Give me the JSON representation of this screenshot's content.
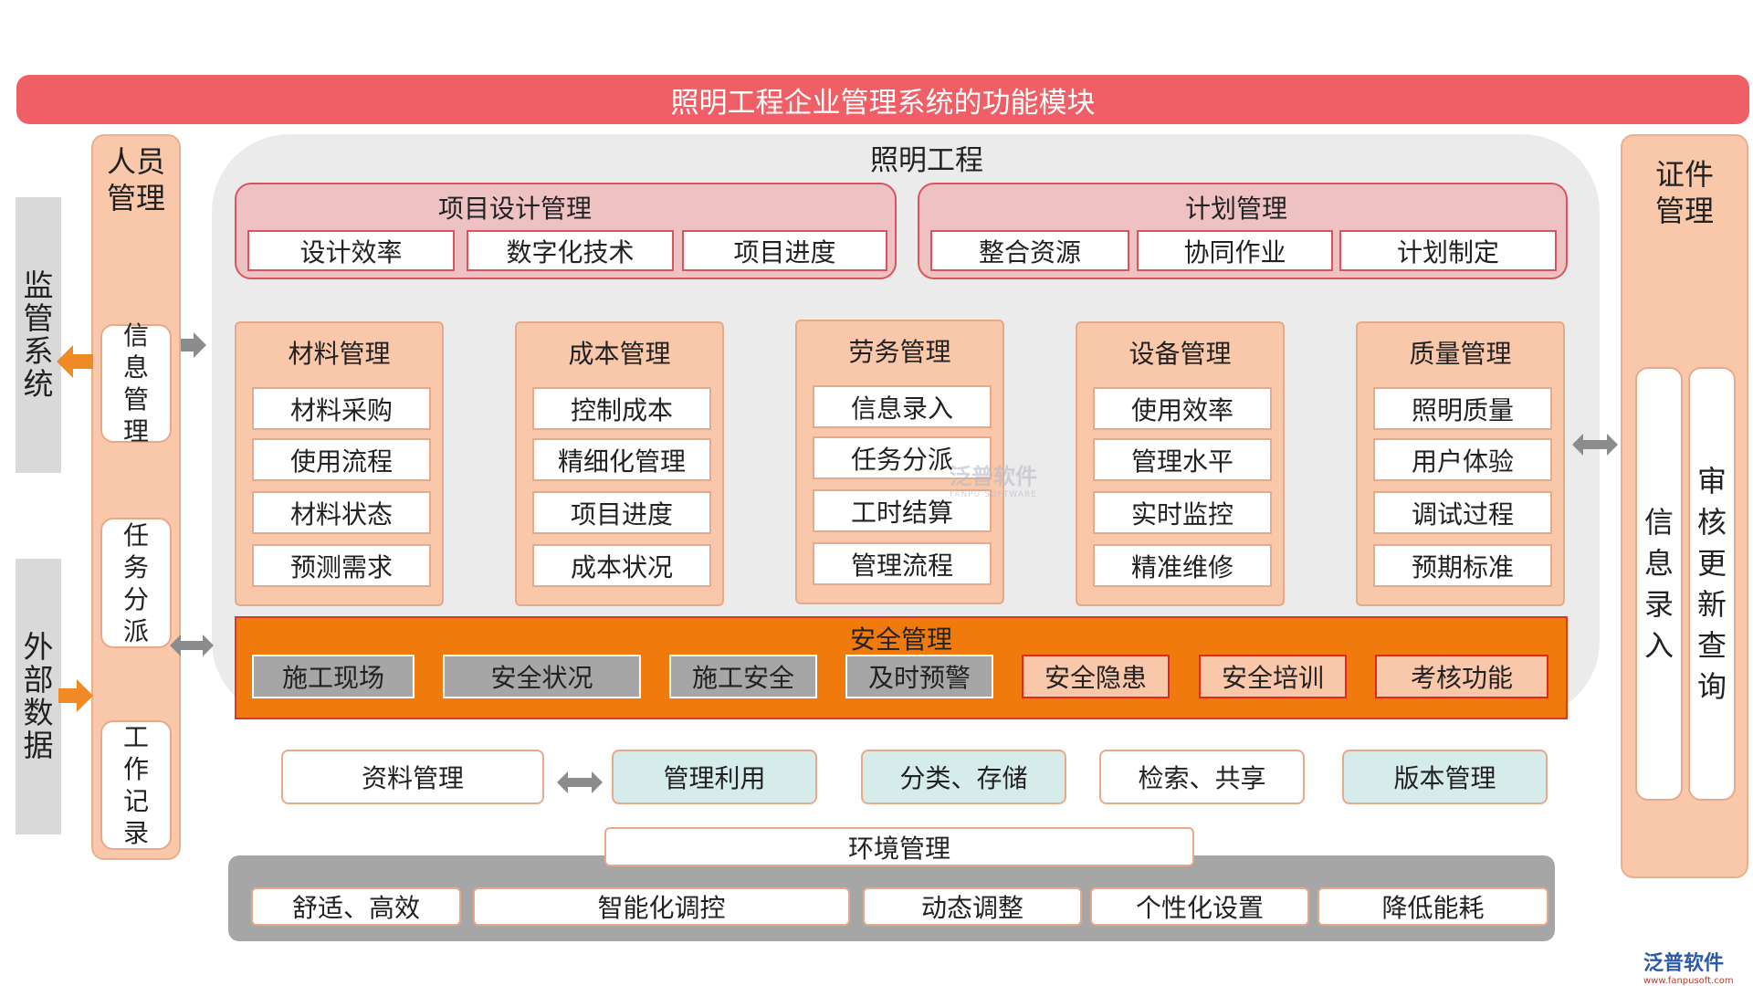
{
  "title": "照明工程企业管理系统的功能模块",
  "left_external": {
    "supervision": "监管系统",
    "external_data": "外部数据"
  },
  "personnel": {
    "title": "人员管理",
    "items": [
      "信息管理",
      "任务分派",
      "工作记录"
    ]
  },
  "center": {
    "title": "照明工程",
    "top_groups": [
      {
        "title": "项目设计管理",
        "items": [
          "设计效率",
          "数字化技术",
          "项目进度"
        ]
      },
      {
        "title": "计划管理",
        "items": [
          "整合资源",
          "协同作业",
          "计划制定"
        ]
      }
    ],
    "modules": [
      {
        "title": "材料管理",
        "items": [
          "材料采购",
          "使用流程",
          "材料状态",
          "预测需求"
        ]
      },
      {
        "title": "成本管理",
        "items": [
          "控制成本",
          "精细化管理",
          "项目进度",
          "成本状况"
        ]
      },
      {
        "title": "劳务管理",
        "items": [
          "信息录入",
          "任务分派",
          "工时结算",
          "管理流程"
        ]
      },
      {
        "title": "设备管理",
        "items": [
          "使用效率",
          "管理水平",
          "实时监控",
          "精准维修"
        ]
      },
      {
        "title": "质量管理",
        "items": [
          "照明质量",
          "用户体验",
          "调试过程",
          "预期标准"
        ]
      }
    ],
    "safety": {
      "title": "安全管理",
      "gray_items": [
        "施工现场",
        "安全状况",
        "施工安全",
        "及时预警"
      ],
      "peach_items": [
        "安全隐患",
        "安全培训",
        "考核功能"
      ]
    }
  },
  "data_management": {
    "title": "资料管理",
    "items": [
      "管理利用",
      "分类、存储",
      "检索、共享",
      "版本管理"
    ]
  },
  "environment": {
    "title": "环境管理",
    "items": [
      "舒适、高效",
      "智能化调控",
      "动态调整",
      "个性化设置",
      "降低能耗"
    ]
  },
  "certificates": {
    "title": "证件管理",
    "items": [
      "信息录入",
      "审核更新查询"
    ]
  },
  "watermark": {
    "name": "泛普软件",
    "sub": "FANPU SOFTWARE"
  },
  "logo": {
    "name": "泛普软件",
    "url": "www.fanpusoft.com"
  },
  "colors": {
    "banner": "#f05f66",
    "peach": "#f9c7a9",
    "pink_group": "#eec1c2",
    "safety": "#f07a0c",
    "arrow_orange": "#f08a24",
    "arrow_gray": "#8c8c8c",
    "light_blue": "#d5eceb",
    "gray": "#a6a6a6"
  }
}
